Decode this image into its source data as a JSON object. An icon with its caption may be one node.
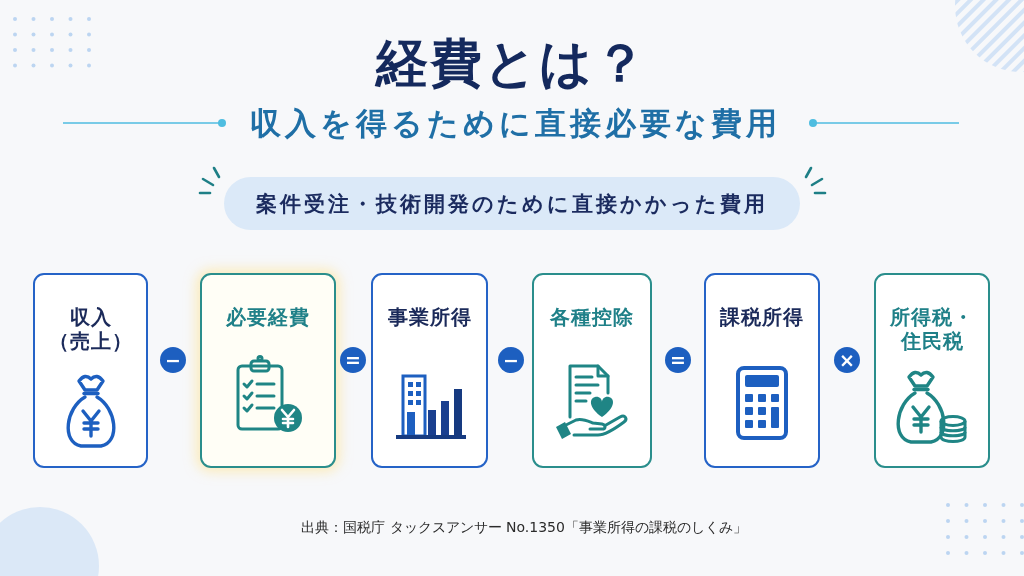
{
  "diagram": {
    "title": "経費とは？",
    "nodes": [
      {
        "text": [
          "案件受注・技術開発のために直接かかった費用"
        ]
      },
      {
        "text": [
          "収入（売上）"
        ]
      },
      {
        "text": [
          "必要経費"
        ]
      },
      {
        "text": [
          "事業所得"
        ]
      },
      {
        "text": [
          "各種控除"
        ]
      },
      {
        "text": [
          "課税所得"
        ]
      },
      {
        "text": [
          "所得税・住民税"
        ]
      }
    ],
    "labels": [
      "収入を得るために直接必要な費用",
      "−",
      "=",
      "−",
      "=",
      "×",
      "出典：国税庁 タックスアンサー No.1350「事業所得の課税のしくみ」"
    ]
  }
}
